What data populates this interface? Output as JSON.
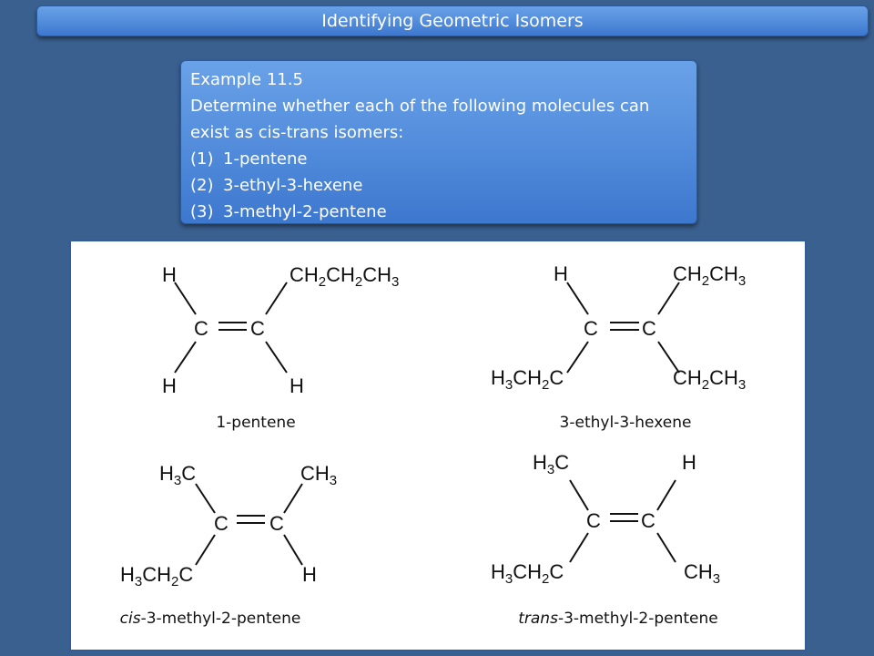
{
  "header": {
    "title": "Identifying Geometric Isomers"
  },
  "example": {
    "heading": "Example 11.5",
    "prompt_line1": "Determine whether each of the following molecules can",
    "prompt_line2": "exist as cis-trans isomers:",
    "items": [
      {
        "num": "(1)",
        "name": "1-pentene"
      },
      {
        "num": "(2)",
        "name": "3-ethyl-3-hexene"
      },
      {
        "num": "(3)",
        "name": "3-methyl-2-pentene"
      }
    ]
  },
  "figure": {
    "atoms": {
      "C": "C",
      "H": "H"
    },
    "captions": {
      "pentene": "1-pentene",
      "hexene": "3-ethyl-3-hexene",
      "cis_prefix": "cis",
      "trans_prefix": "trans",
      "methylpentene_suffix": "-3-methyl-2-pentene"
    }
  }
}
